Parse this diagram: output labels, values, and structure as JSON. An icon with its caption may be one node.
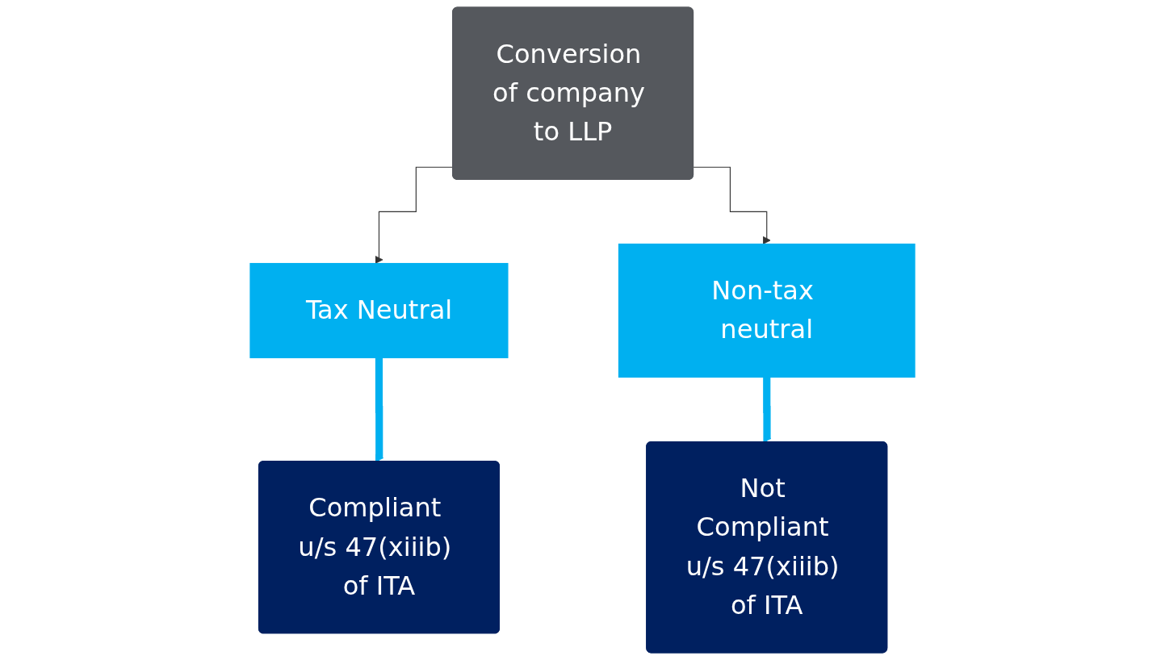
{
  "diagram": {
    "nodes": [
      {
        "text": [
          "Conversion of company to LLP"
        ]
      },
      {
        "text": [
          "Tax Neutral"
        ]
      },
      {
        "text": [
          "Non-tax neutral"
        ]
      },
      {
        "text": [
          "Compliant u/s 47(xiiib) of ITA"
        ]
      },
      {
        "text": [
          "Not Compliant u/s 47(xiiib) of ITA"
        ]
      }
    ],
    "edges": [
      {
        "from": 0,
        "to": 1,
        "arrow": "to"
      },
      {
        "from": 0,
        "to": 2,
        "arrow": "to"
      },
      {
        "from": 1,
        "to": 3,
        "arrow": "to",
        "style": "thick",
        "color": "#00b0f0"
      },
      {
        "from": 2,
        "to": 4,
        "arrow": "to",
        "style": "thick",
        "color": "#00b0f0"
      }
    ]
  }
}
